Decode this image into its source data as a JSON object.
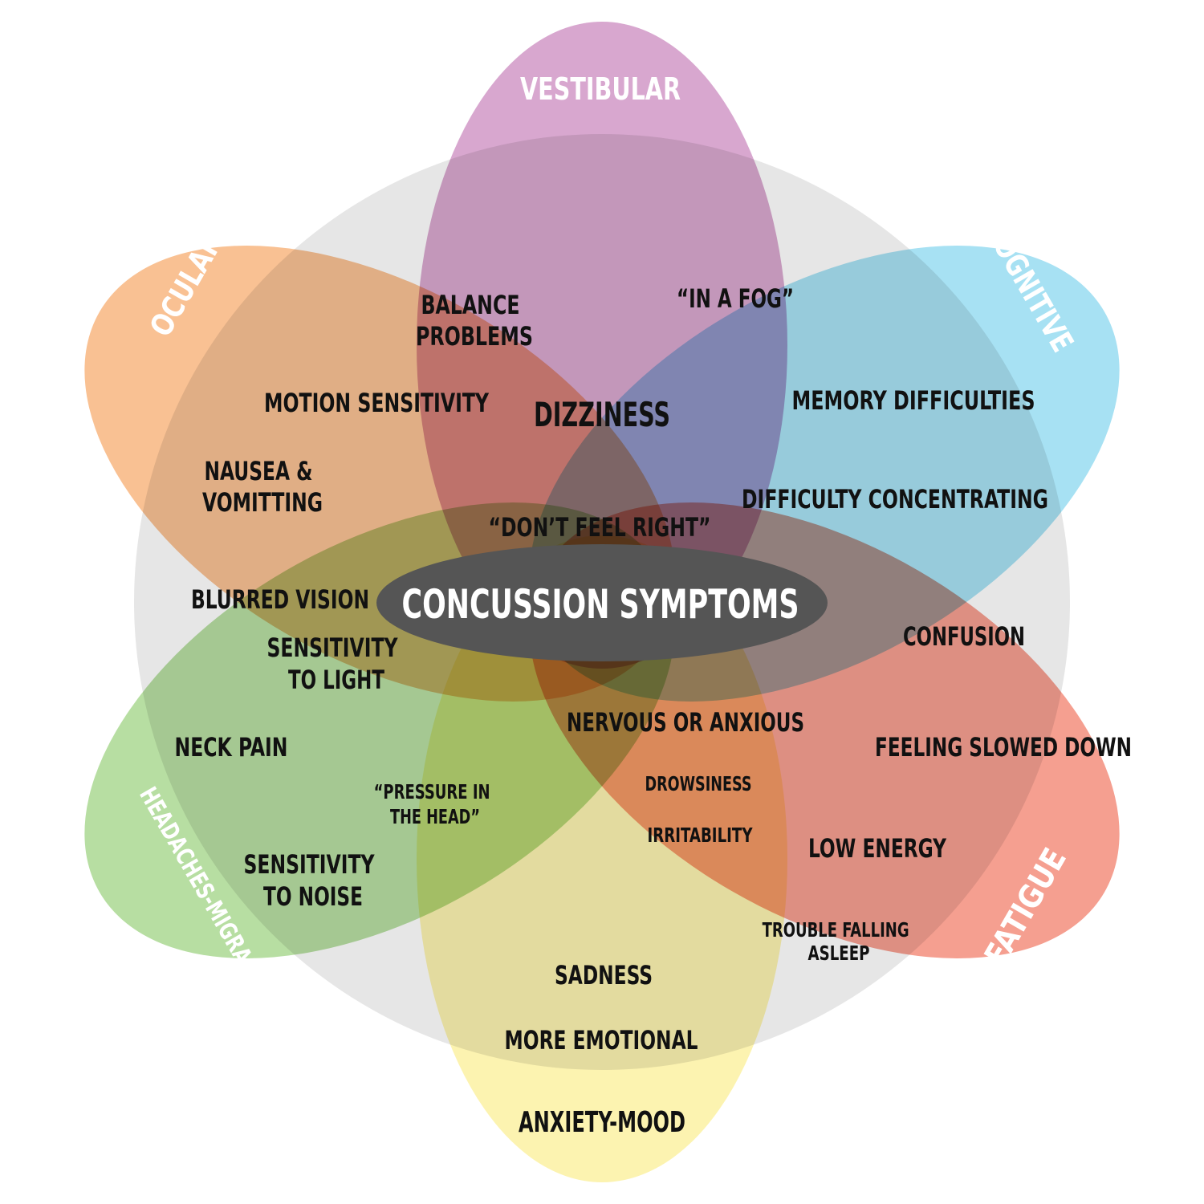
{
  "center": {
    "label": "CONCUSSION SYMPTOMS"
  },
  "categories": {
    "vestibular": {
      "label": "VESTIBULAR",
      "color": "#c985bd"
    },
    "cognitive": {
      "label": "COGNITIVE",
      "color": "#85d6ef"
    },
    "fatigue": {
      "label": "FATIGUE",
      "color": "#f17a65"
    },
    "anxiety_mood": {
      "label": "ANXIETY-MOOD",
      "color": "#fbee92"
    },
    "headaches_migraine": {
      "label": "HEADACHES-MIGRAINE",
      "color": "#9bd17e"
    },
    "ocular": {
      "label": "OCULAR",
      "color": "#f6a96a"
    }
  },
  "colors": {
    "circle": "#e6e6e6",
    "center": "#555555"
  },
  "symptoms": {
    "balance_problems": [
      "BALANCE",
      "PROBLEMS"
    ],
    "in_a_fog": "“IN A FOG”",
    "motion_sensitivity": "MOTION SENSITIVITY",
    "dizziness": "DIZZINESS",
    "memory_difficulties": "MEMORY DIFFICULTIES",
    "nausea_vomitting": [
      "NAUSEA &",
      "VOMITTING"
    ],
    "difficulty_concentrating": "DIFFICULTY CONCENTRATING",
    "dont_feel_right": "“DON’T FEEL RIGHT”",
    "blurred_vision": "BLURRED VISION",
    "confusion": "CONFUSION",
    "sensitivity_to_light": [
      "SENSITIVITY",
      "TO LIGHT"
    ],
    "nervous_or_anxious": "NERVOUS OR ANXIOUS",
    "neck_pain": "NECK PAIN",
    "feeling_slowed_down": "FEELING SLOWED DOWN",
    "drowsiness": "DROWSINESS",
    "pressure_in_the_head": [
      "“PRESSURE IN",
      "THE HEAD”"
    ],
    "irritability": "IRRITABILITY",
    "low_energy": "LOW ENERGY",
    "sensitivity_to_noise": [
      "SENSITIVITY",
      "TO NOISE"
    ],
    "trouble_falling_asleep": [
      "TROUBLE FALLING",
      "ASLEEP"
    ],
    "sadness": "SADNESS",
    "more_emotional": "MORE EMOTIONAL"
  }
}
